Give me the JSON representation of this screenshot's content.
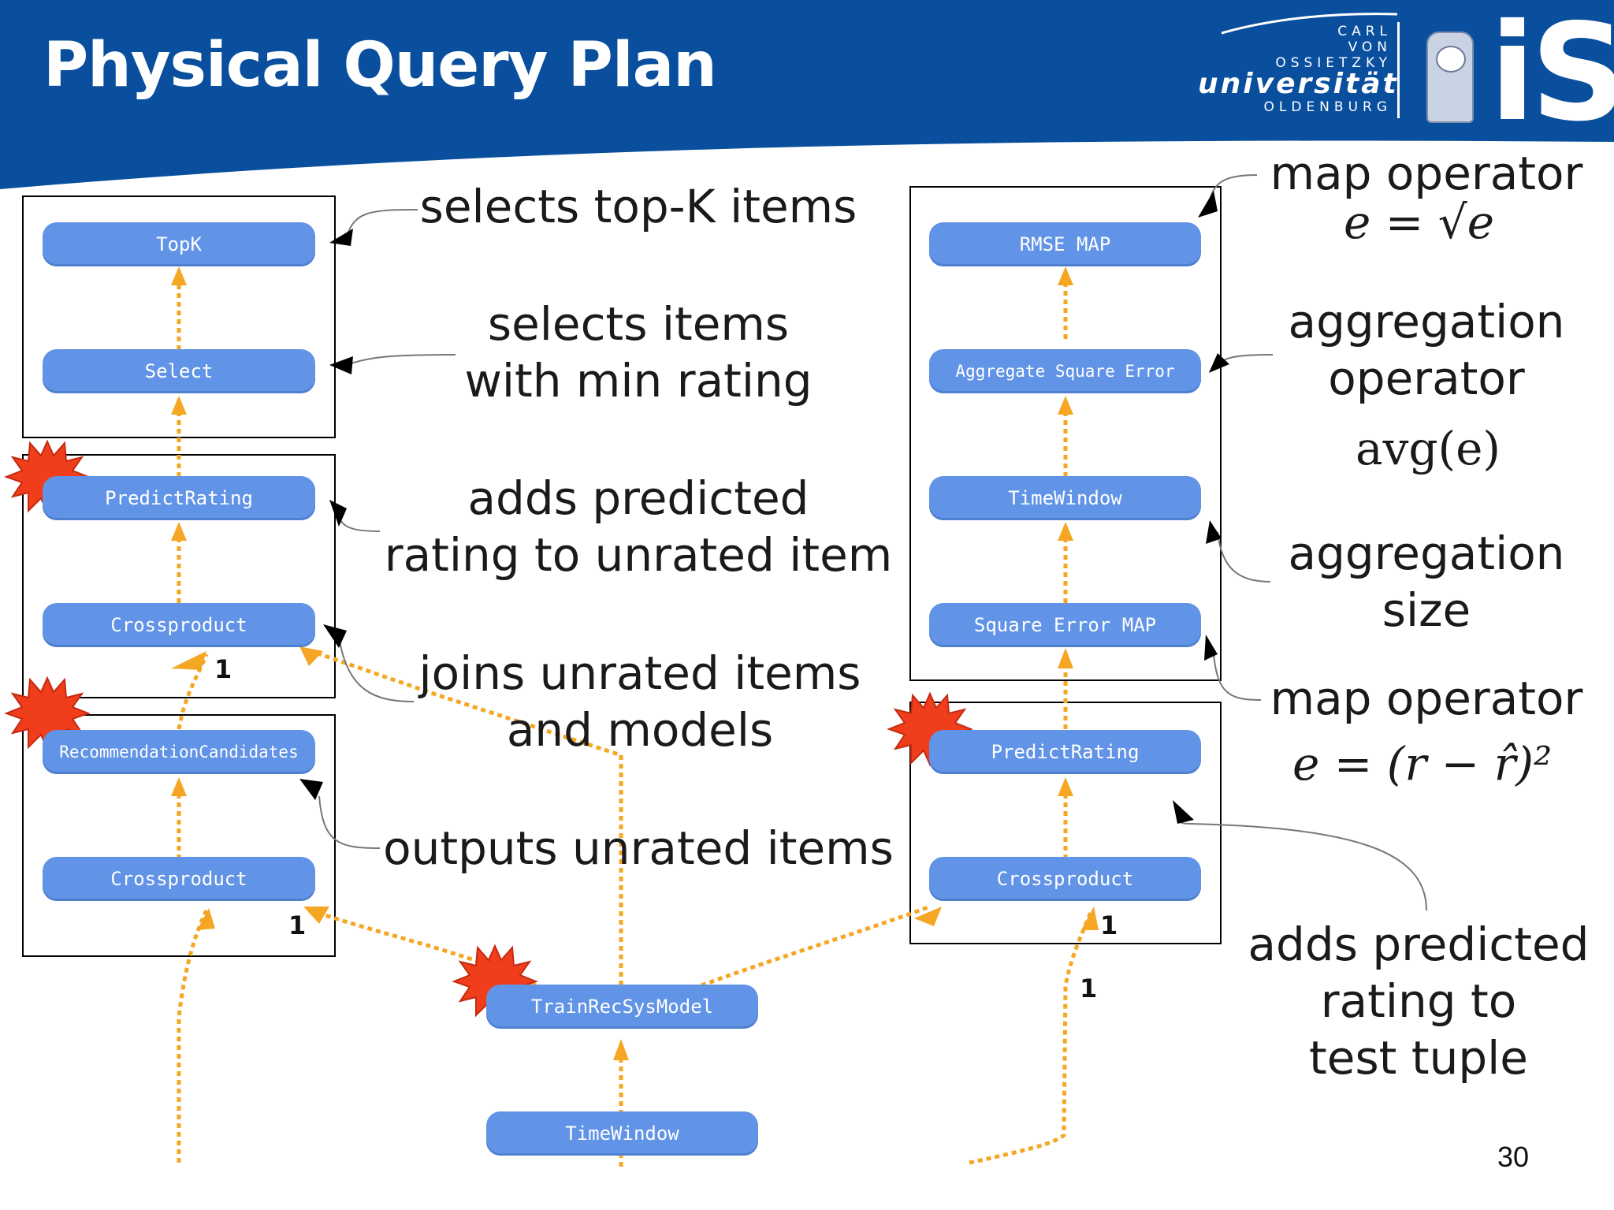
{
  "title": "Physical Query Plan",
  "logo": {
    "line1": "CARL",
    "line2": "VON",
    "line3": "OSSIETZKY",
    "line4": "universität",
    "line5": "OLDENBURG",
    "mark": "iS"
  },
  "page_number": "30",
  "colors": {
    "header_blue": "#0a4f9e",
    "operator_blue": "#6193e6",
    "arrow_orange": "#f5a623",
    "burst_red": "#f03e1d"
  },
  "operators": {
    "left_top": {
      "topk": "TopK",
      "select": "Select"
    },
    "left_mid": {
      "predict": "PredictRating",
      "crossproduct": "Crossproduct"
    },
    "left_bot": {
      "candidates": "RecommendationCandidates",
      "crossproduct": "Crossproduct"
    },
    "center": {
      "train": "TrainRecSysModel",
      "window": "TimeWindow"
    },
    "right_top": {
      "rmse": "RMSE MAP",
      "aggregate": "Aggregate Square Error",
      "window": "TimeWindow",
      "sqerr": "Square Error MAP"
    },
    "right_bot": {
      "predict": "PredictRating",
      "crossproduct": "Crossproduct"
    }
  },
  "cardinality": "1",
  "annotations": {
    "topk": "selects top-K items",
    "select": "selects items\nwith min rating",
    "predict": "adds predicted\nrating to unrated item",
    "join": "joins unrated items\nand models",
    "outputs": "outputs unrated items",
    "map_rmse": "map operator",
    "map_rmse_formula": "e = √e",
    "aggregation_op": "aggregation\noperator",
    "aggregation_formula": "avg(e)",
    "aggregation_size": "aggregation\nsize",
    "map_sqerr": "map operator",
    "map_sqerr_formula": "e = (r − r̂)²",
    "predict_test": "adds predicted\nrating to\ntest tuple"
  }
}
